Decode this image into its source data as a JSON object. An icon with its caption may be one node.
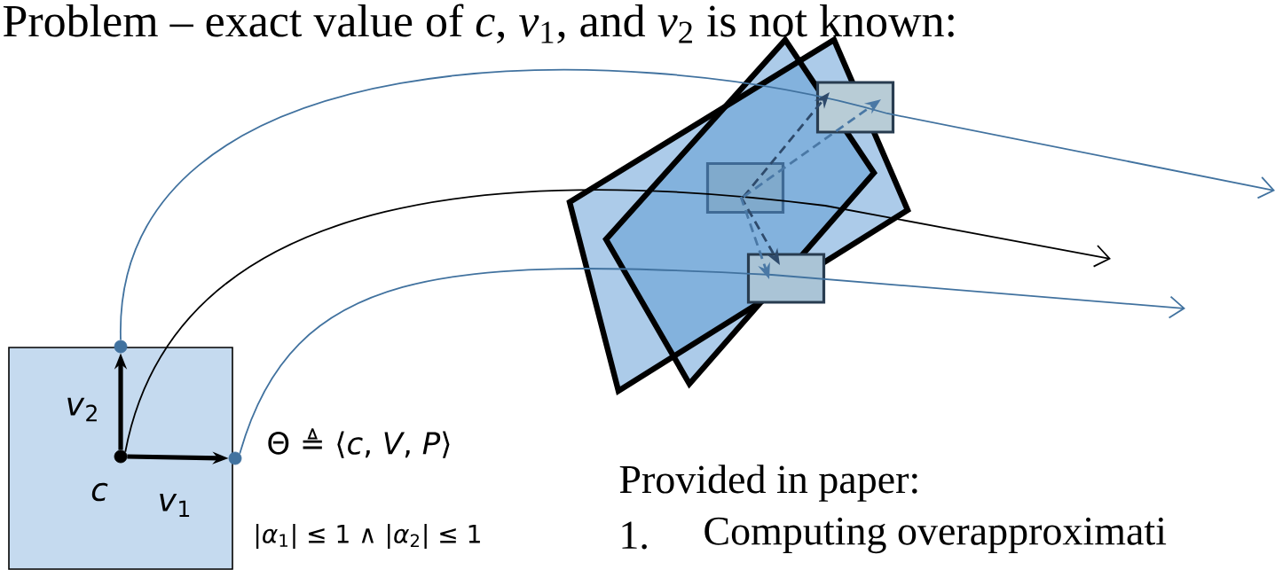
{
  "diagram": {
    "title": "Problem – exact value of *c*, *v*$_{1}$, and *v*$_{2}$ is not known:",
    "nodes": [
      {
        "text": [],
        "shape": "box"
      },
      {
        "text": [],
        "shape": "circle",
        "in": 0
      },
      {
        "text": [],
        "shape": "circle",
        "in": 0
      },
      {
        "text": [],
        "shape": "circle",
        "in": 0
      },
      {
        "text": [],
        "shape": "box"
      },
      {
        "text": [],
        "shape": "box"
      },
      {
        "text": [],
        "shape": "box"
      }
    ],
    "edges": [
      {
        "from": 3,
        "to": null,
        "arrow": "to",
        "color": "#41729f"
      },
      {
        "from": 1,
        "to": null,
        "arrow": "to"
      },
      {
        "from": 2,
        "to": null,
        "arrow": "to",
        "color": "#41729f"
      },
      {
        "from": 1,
        "to": 2,
        "arrow": "to",
        "style": "thick"
      },
      {
        "from": 1,
        "to": 3,
        "arrow": "to",
        "style": "thick"
      },
      {
        "from": 4,
        "to": 5,
        "arrow": "to",
        "style": "dashed",
        "color": "#2e4a6b"
      },
      {
        "from": 4,
        "to": 5,
        "arrow": "to",
        "style": "dashed",
        "color": "#4a78a5"
      },
      {
        "from": 4,
        "to": 6,
        "arrow": "to",
        "style": "dashed",
        "color": "#2e4a6b"
      },
      {
        "from": 4,
        "to": 6,
        "arrow": "to",
        "style": "dashed",
        "color": "#4a78a5"
      }
    ],
    "labels": [
      "*v*$_{2}$",
      "*c*",
      "*v*$_{1}$",
      "Θ ≜ ⟨*c*, *V*, *P*⟩",
      "|*α*$_{1}$| ≤ 1 ∧ |*α*$_{2}$| ≤ 1",
      "Provided in paper:",
      "1.",
      "Computing overapproximati"
    ]
  }
}
